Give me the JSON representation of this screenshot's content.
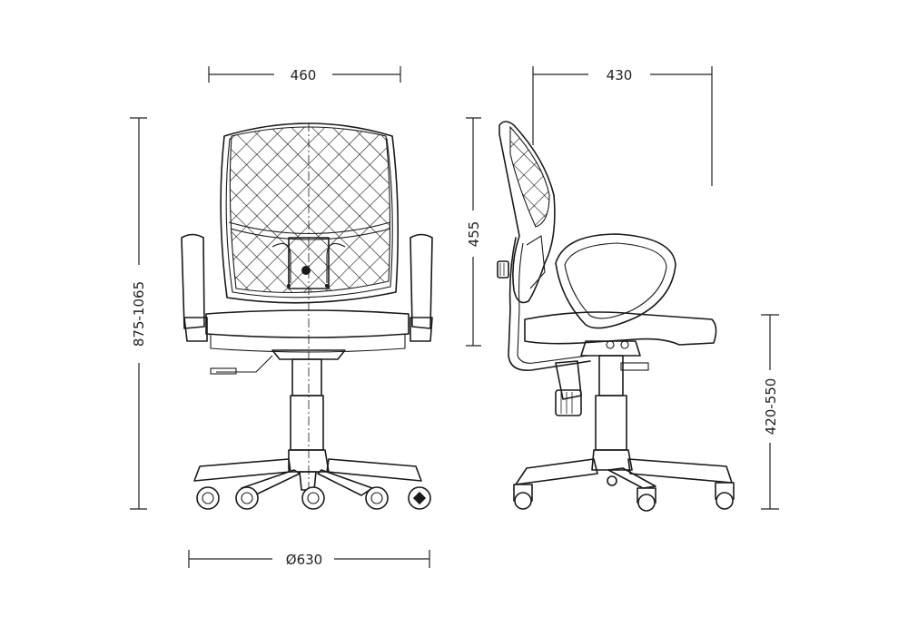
{
  "dimensions": {
    "front_width": "460",
    "side_depth": "430",
    "total_height": "875-1065",
    "back_height": "455",
    "seat_height": "420-550",
    "base_diameter": "Ø630"
  },
  "colors": {
    "line": "#1a1a1a",
    "background": "#ffffff"
  }
}
